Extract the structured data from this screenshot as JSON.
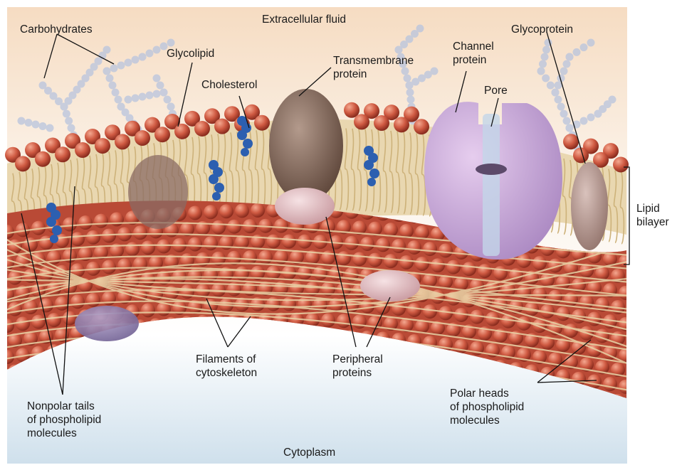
{
  "labels": {
    "extracellular_fluid": "Extracellular fluid",
    "carbohydrates": "Carbohydrates",
    "glycolipid": "Glycolipid",
    "transmembrane_protein": "Transmembrane\nprotein",
    "channel_protein": "Channel\nprotein",
    "glycoprotein": "Glycoprotein",
    "cholesterol": "Cholesterol",
    "pore": "Pore",
    "lipid_bilayer": "Lipid\nbilayer",
    "filaments_of_cytoskeleton": "Filaments of\ncytoskeleton",
    "peripheral_proteins": "Peripheral\nproteins",
    "nonpolar_tails": "Nonpolar tails\nof phospholipid\nmolecules",
    "polar_heads": "Polar heads\nof phospholipid\nmolecules",
    "cytoplasm": "Cytoplasm"
  },
  "colors": {
    "extracellular_top": "#f6dcc2",
    "cytoplasm_bottom": "#cfe0ec",
    "phospholipid_head": "#c8503a",
    "lipid_tail": "#d9c08a",
    "cholesterol": "#2c5fb0",
    "transmembrane_protein": "#8c7062",
    "channel_protein": "#c9a6d8",
    "carbohydrate": "#b8c4de",
    "leader_line": "#111111"
  }
}
